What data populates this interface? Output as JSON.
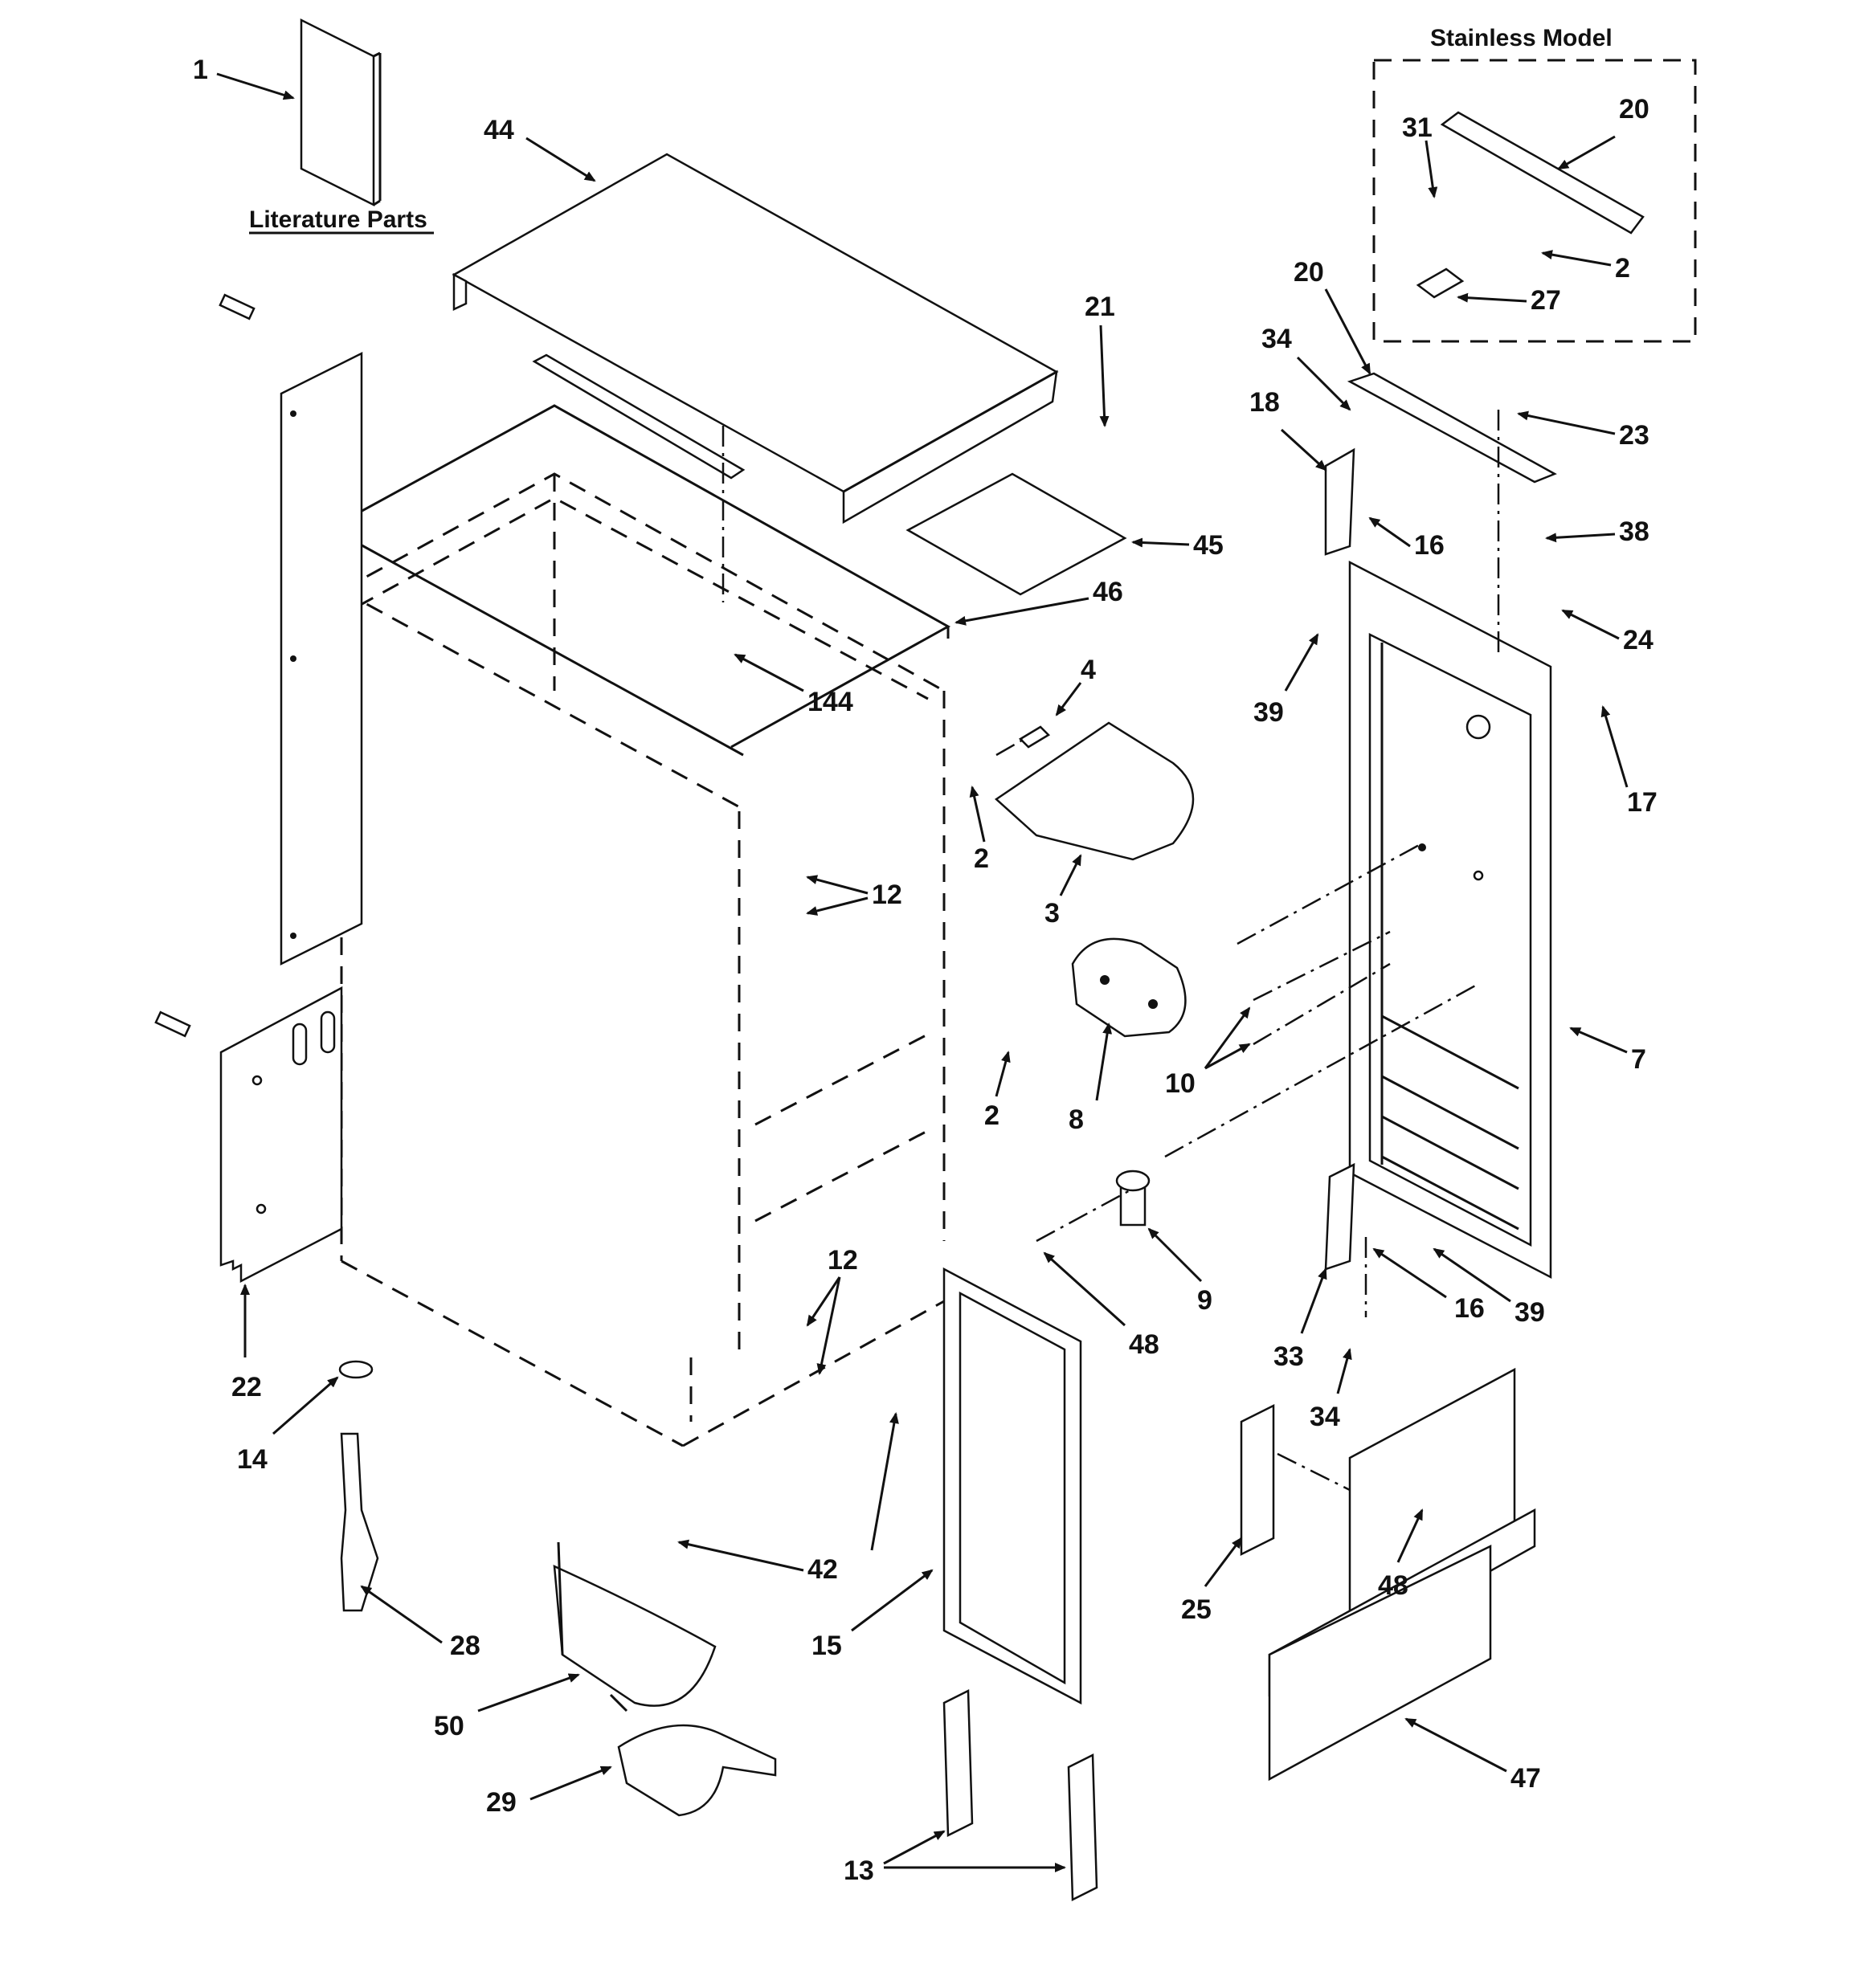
{
  "captions": {
    "literature": "Literature Parts",
    "stainless": "Stainless Model"
  },
  "parts": [
    "1",
    "44",
    "21",
    "45",
    "46",
    "144",
    "4",
    "2",
    "3",
    "12",
    "2",
    "8",
    "10",
    "2",
    "12",
    "22",
    "14",
    "42",
    "28",
    "50",
    "29",
    "15",
    "13",
    "9",
    "48",
    "16",
    "39",
    "33",
    "34",
    "25",
    "48",
    "47",
    "7",
    "17",
    "24",
    "38",
    "23",
    "16",
    "18",
    "34",
    "20",
    "39",
    "31",
    "20",
    "2",
    "27"
  ]
}
